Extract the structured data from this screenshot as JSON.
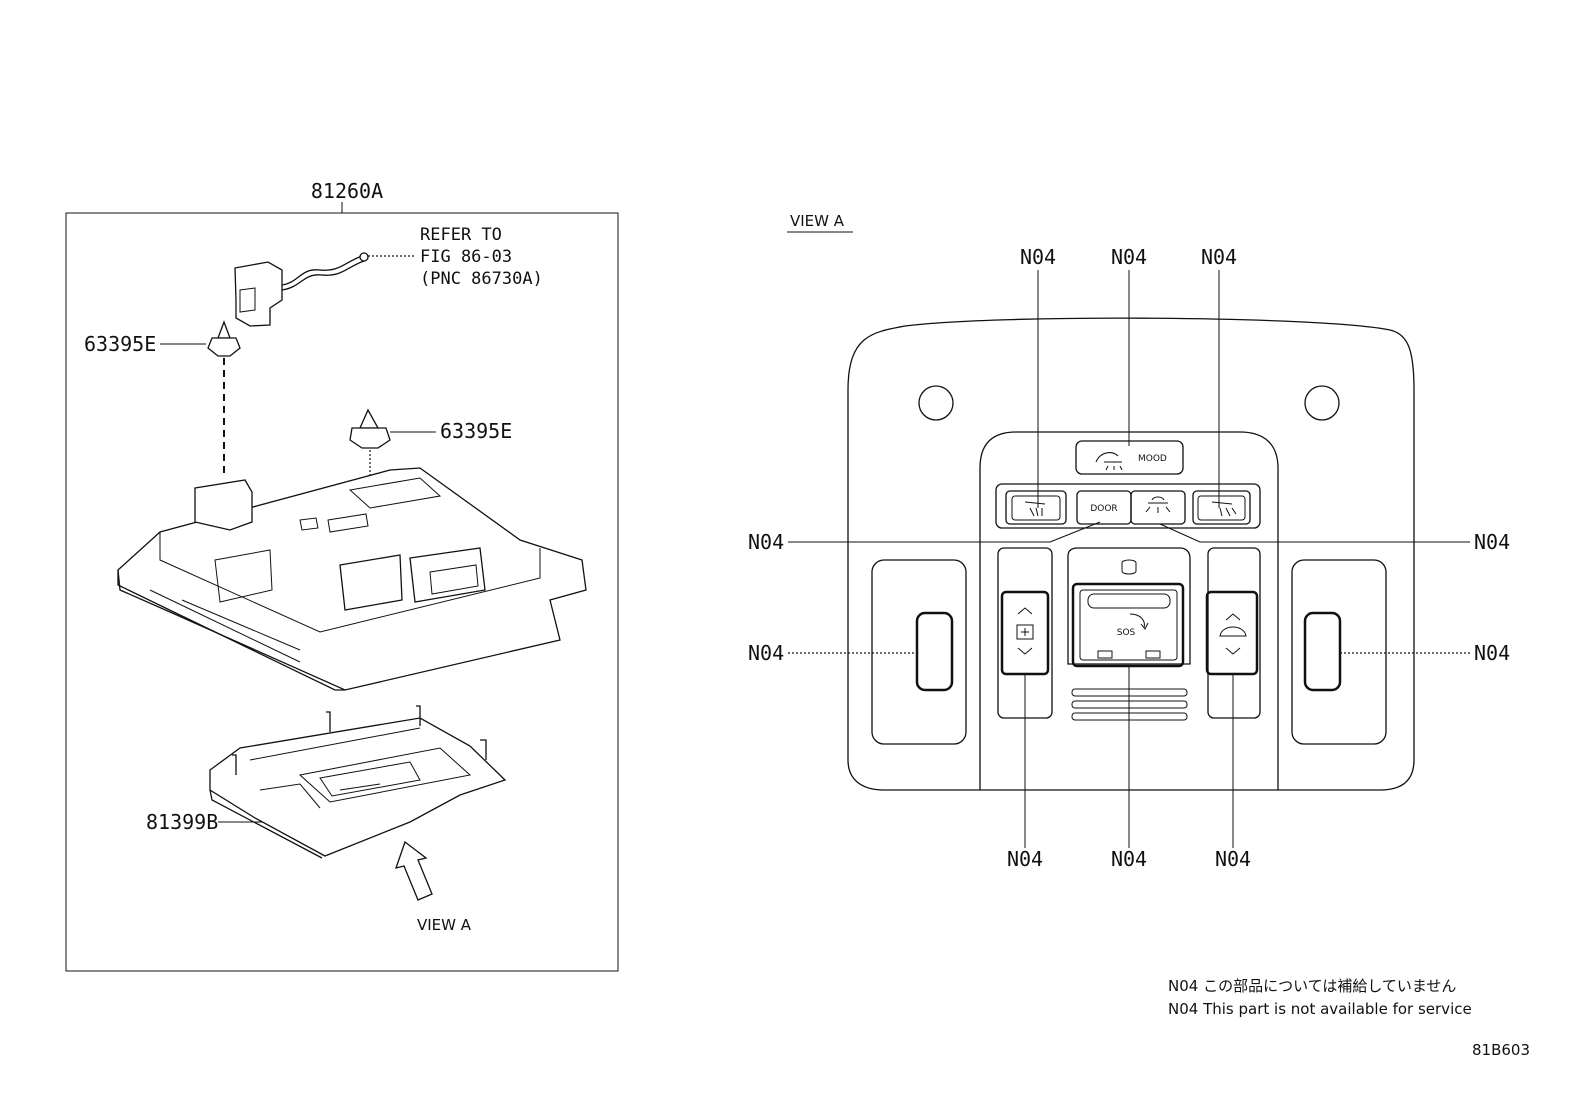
{
  "left_panel": {
    "assembly_pn": "81260A",
    "refer_lines": [
      "REFER TO",
      "FIG 86-03",
      "(PNC 86730A)"
    ],
    "clip_pn_1": "63395E",
    "clip_pn_2": "63395E",
    "lens_pn": "81399B",
    "view_label": "VIEW A"
  },
  "right_panel": {
    "view_title": "VIEW A",
    "callout": "N04",
    "button_labels": {
      "mood": "MOOD",
      "door": "DOOR",
      "sos": "SOS"
    }
  },
  "notes": {
    "line_jp": "N04 この部品については補給していません",
    "line_en": "N04 This part is not available for service"
  },
  "figure_id": "81B603"
}
